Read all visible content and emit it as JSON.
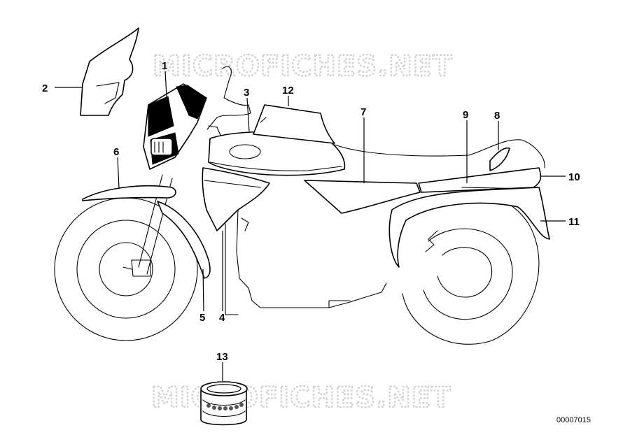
{
  "watermark": {
    "text_top": "MICROFICHES.NET",
    "text_bottom": "MICROFICHES.NET"
  },
  "callouts": {
    "n1": "1",
    "n2": "2",
    "n3": "3",
    "n4": "4",
    "n5": "5",
    "n6": "6",
    "n7": "7",
    "n8": "8",
    "n9": "9",
    "n10": "10",
    "n11": "11",
    "n12": "12",
    "n13": "13"
  },
  "figure_number": "00007015"
}
